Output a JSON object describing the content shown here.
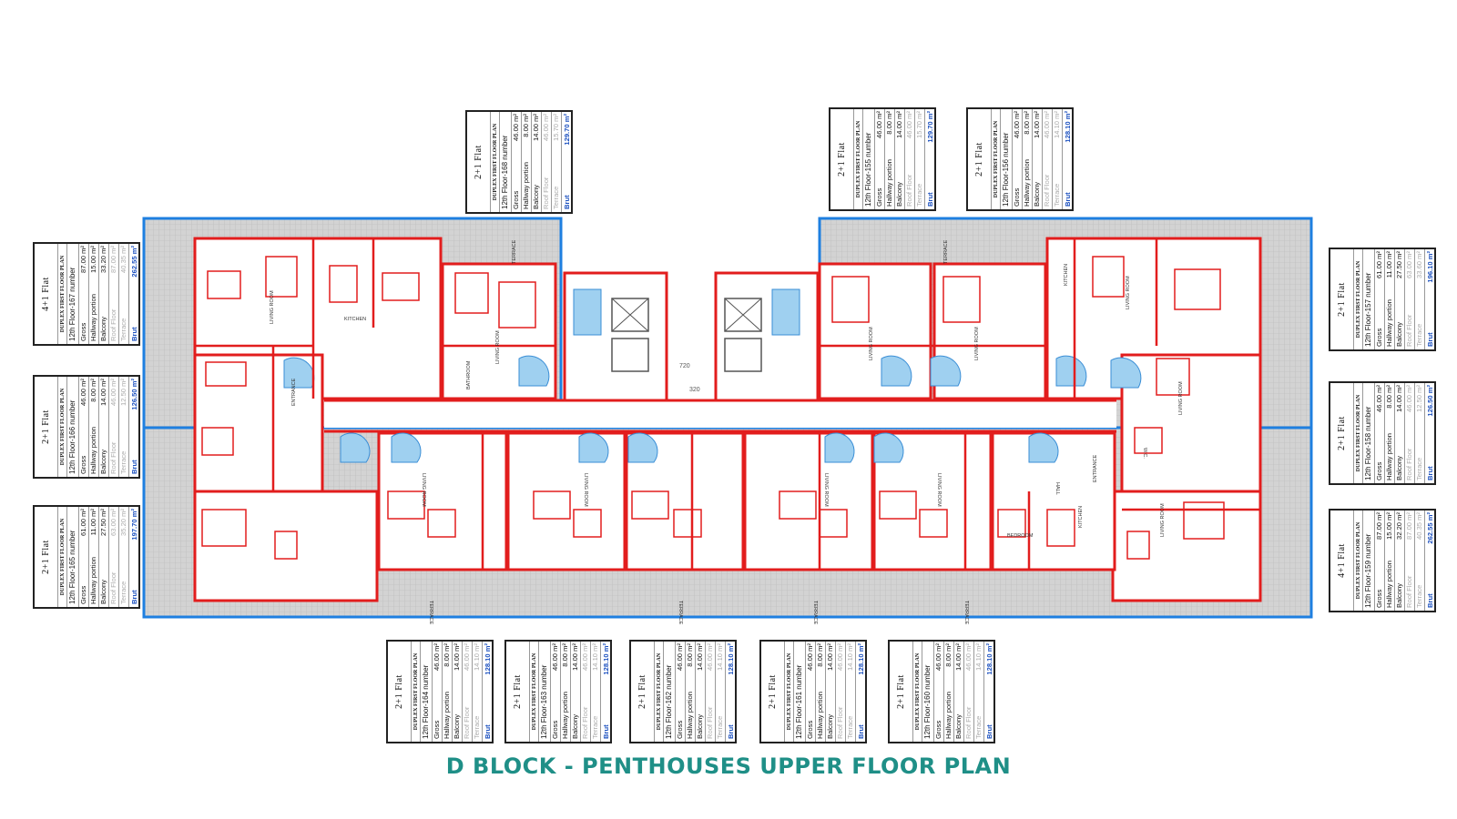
{
  "title": "D BLOCK - PENTHOUSES UPPER FLOOR PLAN",
  "colors": {
    "walls": "#e21d1d",
    "frame": "#1e7fe0",
    "terrace": "#c9c9c9",
    "title": "#1f8f87",
    "brut": "#1a4fbf"
  },
  "labels": {
    "gross": "Gross",
    "hallway": "Hallway portion",
    "balcony": "Balcony",
    "roof": "Roof Floor",
    "terrace": "Terrace",
    "brut": "Brut"
  },
  "units": [
    {
      "id": "u167",
      "type": "4+1 Flat",
      "sub": "DUPLEX FIRST FLOOR PLAN",
      "floor": "12th Floor-167 number",
      "gross": "87.00 m²",
      "hallway": "15.00 m²",
      "balcony": "33.20 m²",
      "roof": "87.00 m²",
      "terrace": "40.35 m²",
      "brut": "262.55 m²"
    },
    {
      "id": "u166",
      "type": "2+1 Flat",
      "sub": "DUPLEX FIRST FLOOR PLAN",
      "floor": "12th Floor-166 number",
      "gross": "46.00 m²",
      "hallway": "8.00 m²",
      "balcony": "14.00 m²",
      "roof": "46.00 m²",
      "terrace": "12.50 m²",
      "brut": "126.50 m²"
    },
    {
      "id": "u165",
      "type": "2+1 Flat",
      "sub": "DUPLEX FIRST FLOOR PLAN",
      "floor": "12th Floor-165 number",
      "gross": "61.00 m²",
      "hallway": "11.00 m²",
      "balcony": "27.50 m²",
      "roof": "63.00 m²",
      "terrace": "35.20 m²",
      "brut": "197.70 m²"
    },
    {
      "id": "u168",
      "type": "2+1 Flat",
      "sub": "DUPLEX FIRST FLOOR PLAN",
      "floor": "12th Floor-168 number",
      "gross": "46.00 m²",
      "hallway": "8.00 m²",
      "balcony": "14.00 m²",
      "roof": "46.00 m²",
      "terrace": "15.70 m²",
      "brut": "129.70 m²"
    },
    {
      "id": "u155",
      "type": "2+1 Flat",
      "sub": "DUPLEX FIRST FLOOR PLAN",
      "floor": "12th Floor-155 number",
      "gross": "46.00 m²",
      "hallway": "8.00 m²",
      "balcony": "14.00 m²",
      "roof": "46.00 m²",
      "terrace": "15.70 m²",
      "brut": "129.70 m²"
    },
    {
      "id": "u156",
      "type": "2+1 Flat",
      "sub": "DUPLEX FIRST FLOOR PLAN",
      "floor": "12th Floor-156 number",
      "gross": "46.00 m²",
      "hallway": "8.00 m²",
      "balcony": "14.00 m²",
      "roof": "46.00 m²",
      "terrace": "14.10 m²",
      "brut": "128.10 m²"
    },
    {
      "id": "u157",
      "type": "2+1 Flat",
      "sub": "DUPLEX FIRST FLOOR PLAN",
      "floor": "12th Floor-157 number",
      "gross": "61.00 m²",
      "hallway": "11.00 m²",
      "balcony": "27.50 m²",
      "roof": "63.00 m²",
      "terrace": "33.60 m²",
      "brut": "196.10 m²"
    },
    {
      "id": "u158",
      "type": "2+1 Flat",
      "sub": "DUPLEX FIRST FLOOR PLAN",
      "floor": "12th Floor-158 number",
      "gross": "46.00 m²",
      "hallway": "8.00 m²",
      "balcony": "14.00 m²",
      "roof": "46.00 m²",
      "terrace": "12.50 m²",
      "brut": "126.50 m²"
    },
    {
      "id": "u159",
      "type": "4+1 Flat",
      "sub": "DUPLEX FIRST FLOOR PLAN",
      "floor": "12th Floor-159 number",
      "gross": "87.00 m²",
      "hallway": "15.00 m²",
      "balcony": "32.20 m²",
      "roof": "87.00 m²",
      "terrace": "40.35 m²",
      "brut": "262.55 m²"
    },
    {
      "id": "u164",
      "type": "2+1 Flat",
      "sub": "DUPLEX FIRST FLOOR PLAN",
      "floor": "12th Floor-164 number",
      "gross": "46.00 m²",
      "hallway": "8.00 m²",
      "balcony": "14.00 m²",
      "roof": "46.00 m²",
      "terrace": "14.10 m²",
      "brut": "128.10 m²"
    },
    {
      "id": "u163",
      "type": "2+1 Flat",
      "sub": "DUPLEX FIRST FLOOR PLAN",
      "floor": "12th Floor-163 number",
      "gross": "46.00 m²",
      "hallway": "8.00 m²",
      "balcony": "14.00 m²",
      "roof": "46.00 m²",
      "terrace": "14.10 m²",
      "brut": "128.10 m²"
    },
    {
      "id": "u162",
      "type": "2+1 Flat",
      "sub": "DUPLEX FIRST FLOOR PLAN",
      "floor": "12th Floor-162 number",
      "gross": "46.00 m²",
      "hallway": "8.00 m²",
      "balcony": "14.00 m²",
      "roof": "46.00 m²",
      "terrace": "14.10 m²",
      "brut": "128.10 m²"
    },
    {
      "id": "u161",
      "type": "2+1 Flat",
      "sub": "DUPLEX FIRST FLOOR PLAN",
      "floor": "12th Floor-161 number",
      "gross": "46.00 m²",
      "hallway": "8.00 m²",
      "balcony": "14.00 m²",
      "roof": "46.00 m²",
      "terrace": "14.10 m²",
      "brut": "128.10 m²"
    },
    {
      "id": "u160",
      "type": "2+1 Flat",
      "sub": "DUPLEX FIRST FLOOR PLAN",
      "floor": "12th Floor-160 number",
      "gross": "46.00 m²",
      "hallway": "8.00 m²",
      "balcony": "14.00 m²",
      "roof": "46.00 m²",
      "terrace": "14.10 m²",
      "brut": "128.10 m²"
    }
  ],
  "plan_labels": {
    "living_room": "LIVING ROOM",
    "kitchen": "KITCHEN",
    "bathroom": "BATHROOM",
    "entrance": "ENTRANCE",
    "terrace": "TERRACE",
    "bedroom": "BEDROOM",
    "hall": "HALL",
    "wc": "W.C.",
    "corridor_width": "720",
    "corridor_width_2": "320"
  }
}
